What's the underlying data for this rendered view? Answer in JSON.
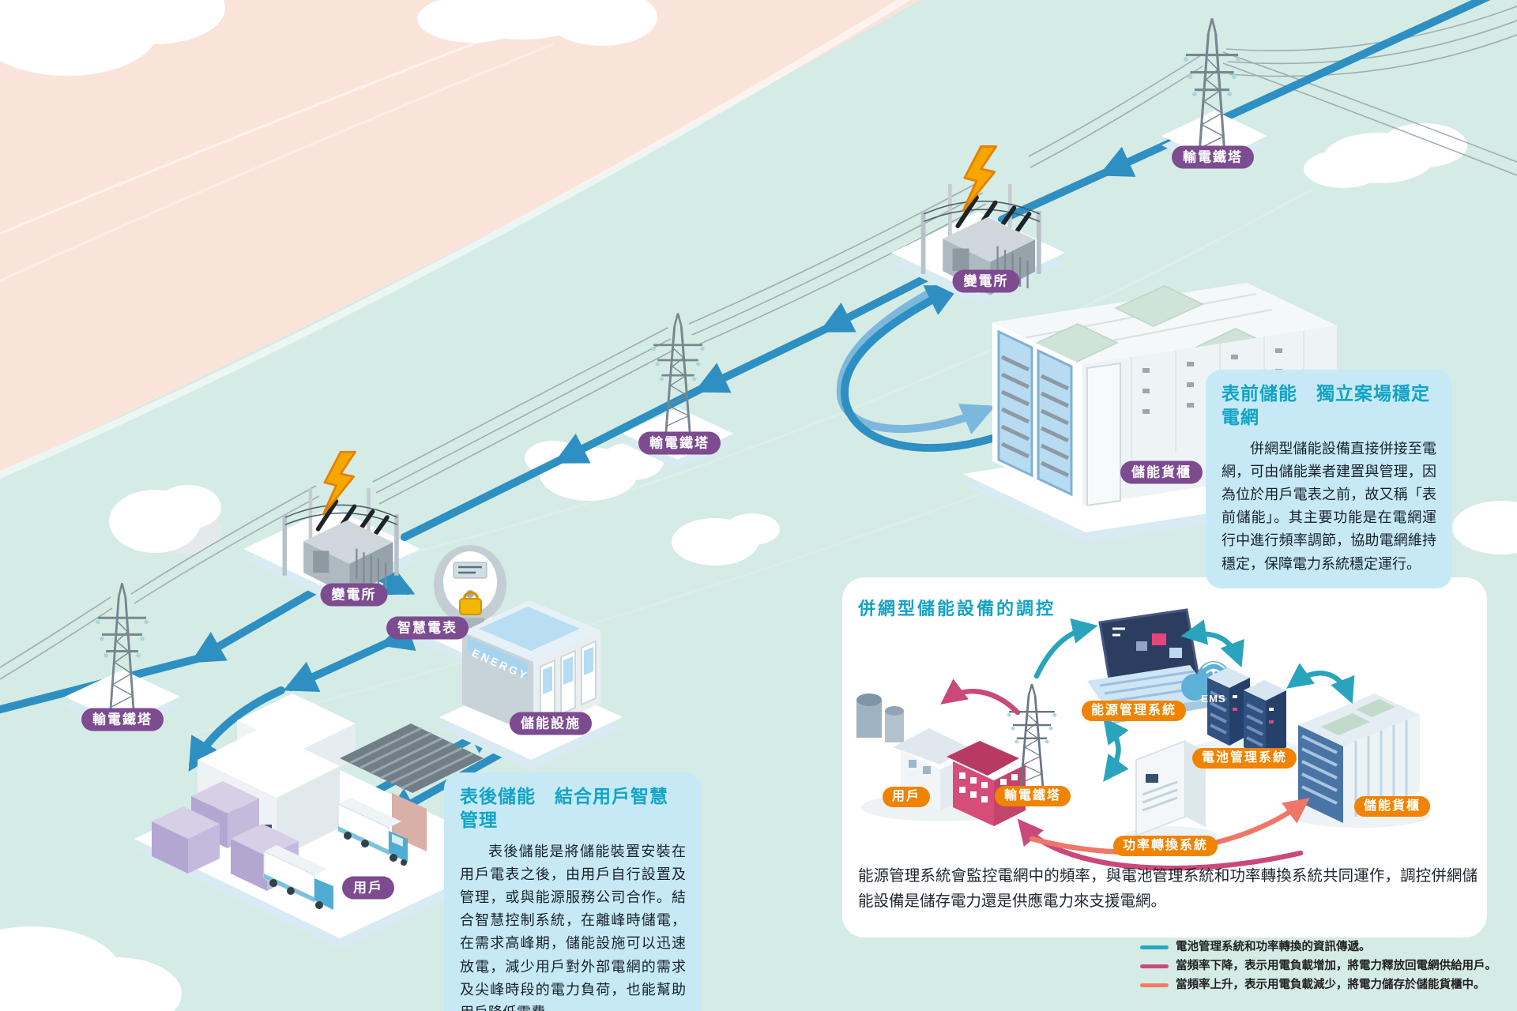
{
  "scene": {
    "energy_sign": "ENERGY",
    "pills": {
      "tower_top_right": "輸電鐵塔",
      "substation_top": "變電所",
      "storage_container": "儲能貨櫃",
      "tower_middle": "輸電鐵塔",
      "substation_left": "變電所",
      "smart_meter": "智慧電表",
      "tower_left": "輸電鐵塔",
      "storage_facility": "儲能設施",
      "customer": "用戶"
    }
  },
  "infobox_front": {
    "title": "表前儲能　獨立案場穩定電網",
    "body": "併網型儲能設備直接併接至電網，可由儲能業者建置與管理，因為位於用戶電表之前，故又稱「表前儲能」。其主要功能是在電網運行中進行頻率調節，協助電網維持穩定，保障電力系統穩定運行。"
  },
  "infobox_behind": {
    "title": "表後儲能　結合用戶智慧管理",
    "body": "表後儲能是將儲能裝置安裝在用戶電表之後，由用戶自行設置及管理，或與能源服務公司合作。結合智慧控制系統，在離峰時儲電，在需求高峰期，儲能設施可以迅速放電，減少用戶對外部電網的需求及尖峰時段的電力負荷，也能幫助用戶降低電費。"
  },
  "panel": {
    "title": "併網型儲能設備的調控",
    "cloud_text": "EMS",
    "pills": {
      "customer": "用戶",
      "tower": "輸電鐵塔",
      "ems": "能源管理系統",
      "bms": "電池管理系統",
      "container": "儲能貨櫃",
      "pcs": "功率轉換系統"
    },
    "caption": "能源管理系統會監控電網中的頻率，與電池管理系統和功率轉換系統共同運作，調控併網儲能設備是儲存電力還是供應電力來支援電網。"
  },
  "legend": {
    "items": [
      {
        "color": "#2ba7bd",
        "text": "電池管理系統和功率轉換的資訊傳遞。"
      },
      {
        "color": "#c84a78",
        "text": "當頻率下降，表示用電負載增加，將電力釋放回電網供給用戶。"
      },
      {
        "color": "#ef7a66",
        "text": "當頻率上升，表示用電負載減少，將電力儲存於儲能貨櫃中。"
      }
    ]
  },
  "colors": {
    "background": "#d5ebe5",
    "pink_band": "#fae4da",
    "grid_line_blue": "#2e8fc2",
    "grid_line_light": "#7cb8dd",
    "title_teal": "#12a3c6",
    "scene_pill_purple": "#7c4b90",
    "panel_pill_orange": "#f08300"
  }
}
